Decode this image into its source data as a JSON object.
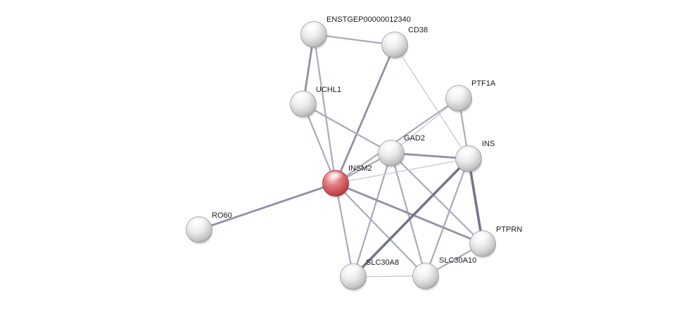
{
  "network": {
    "nodes": [
      {
        "id": "ENSTGEP00000012340",
        "label": "ENSTGEP00000012340",
        "query": false
      },
      {
        "id": "CD38",
        "label": "CD38",
        "query": false
      },
      {
        "id": "UCHL1",
        "label": "UCHL1",
        "query": false
      },
      {
        "id": "PTF1A",
        "label": "PTF1A",
        "query": false
      },
      {
        "id": "GAD2",
        "label": "GAD2",
        "query": false
      },
      {
        "id": "INS",
        "label": "INS",
        "query": false
      },
      {
        "id": "INSM2",
        "label": "INSM2",
        "query": true
      },
      {
        "id": "RO60",
        "label": "RO60",
        "query": false
      },
      {
        "id": "PTPRN",
        "label": "PTPRN",
        "query": false
      },
      {
        "id": "SLC30A8",
        "label": "SLC30A8",
        "query": false
      },
      {
        "id": "SLC30A10",
        "label": "SLC30A10",
        "query": false
      }
    ],
    "edges": [
      {
        "source": "ENSTGEP00000012340",
        "target": "CD38",
        "strength": "weak"
      },
      {
        "source": "ENSTGEP00000012340",
        "target": "UCHL1",
        "strength": "medium"
      },
      {
        "source": "ENSTGEP00000012340",
        "target": "INSM2",
        "strength": "weak"
      },
      {
        "source": "CD38",
        "target": "INSM2",
        "strength": "medium"
      },
      {
        "source": "CD38",
        "target": "INS",
        "strength": "faint"
      },
      {
        "source": "UCHL1",
        "target": "INSM2",
        "strength": "weak"
      },
      {
        "source": "UCHL1",
        "target": "GAD2",
        "strength": "weak"
      },
      {
        "source": "PTF1A",
        "target": "INS",
        "strength": "weak"
      },
      {
        "source": "PTF1A",
        "target": "INSM2",
        "strength": "weak"
      },
      {
        "source": "PTF1A",
        "target": "GAD2",
        "strength": "faint"
      },
      {
        "source": "GAD2",
        "target": "INSM2",
        "strength": "weak"
      },
      {
        "source": "GAD2",
        "target": "INS",
        "strength": "medium"
      },
      {
        "source": "GAD2",
        "target": "PTPRN",
        "strength": "weak"
      },
      {
        "source": "GAD2",
        "target": "SLC30A8",
        "strength": "weak"
      },
      {
        "source": "GAD2",
        "target": "SLC30A10",
        "strength": "weak"
      },
      {
        "source": "INSM2",
        "target": "INS",
        "strength": "faint"
      },
      {
        "source": "INSM2",
        "target": "RO60",
        "strength": "medium"
      },
      {
        "source": "INSM2",
        "target": "PTPRN",
        "strength": "medium"
      },
      {
        "source": "INSM2",
        "target": "SLC30A8",
        "strength": "weak"
      },
      {
        "source": "INSM2",
        "target": "SLC30A10",
        "strength": "weak"
      },
      {
        "source": "INS",
        "target": "PTPRN",
        "strength": "strong"
      },
      {
        "source": "INS",
        "target": "SLC30A8",
        "strength": "strong"
      },
      {
        "source": "INS",
        "target": "SLC30A10",
        "strength": "weak"
      },
      {
        "source": "PTPRN",
        "target": "SLC30A10",
        "strength": "weak"
      },
      {
        "source": "SLC30A8",
        "target": "SLC30A10",
        "strength": "faint"
      }
    ],
    "colors": {
      "node_default": "#e8e8e8",
      "node_query": "#d9676b",
      "edge_faint": "#c8c8d0",
      "edge_weak": "#a9aabb",
      "edge_medium": "#9091a4",
      "edge_strong": "#737689",
      "background": "#ffffff"
    }
  }
}
